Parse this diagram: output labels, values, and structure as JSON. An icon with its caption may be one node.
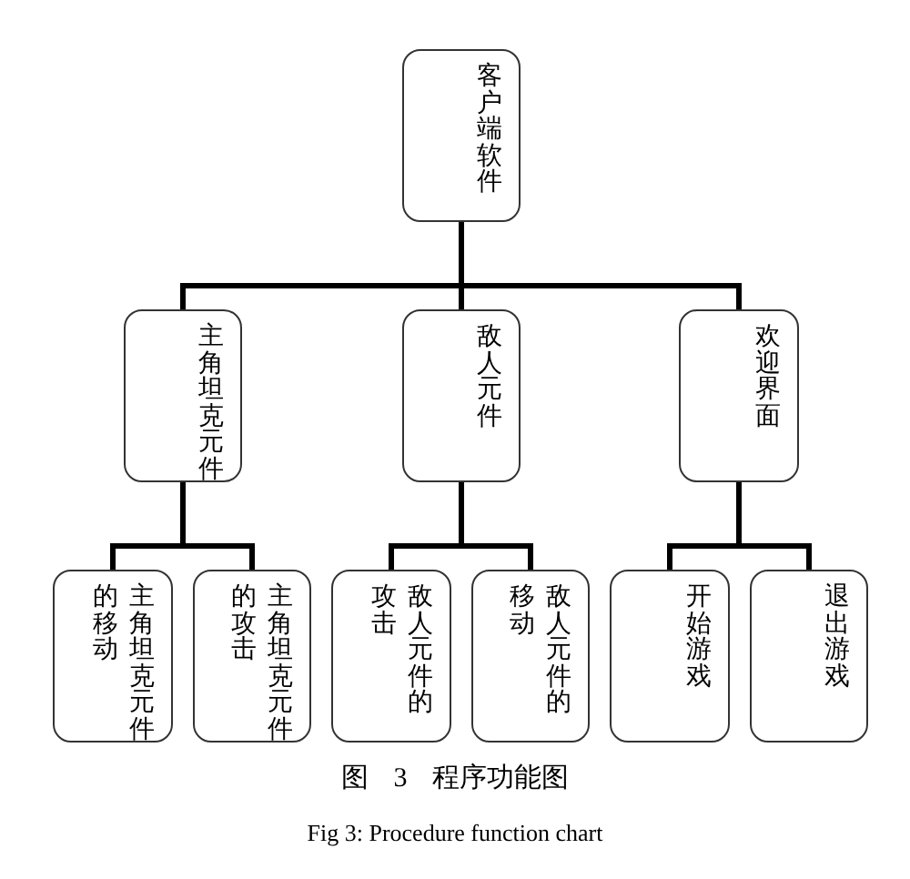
{
  "diagram": {
    "caption": "图 3 程序功能图",
    "nodes": [
      {
        "text": [
          "客户端软件"
        ]
      },
      {
        "text": [
          "主角坦克元件"
        ]
      },
      {
        "text": [
          "敌人元件"
        ]
      },
      {
        "text": [
          "欢迎界面"
        ]
      },
      {
        "text": [
          "主角坦克元件的移动"
        ]
      },
      {
        "text": [
          "主角坦克元件的攻击"
        ]
      },
      {
        "text": [
          "敌人元件的攻击"
        ]
      },
      {
        "text": [
          "敌人元件的移动"
        ]
      },
      {
        "text": [
          "开始游戏"
        ]
      },
      {
        "text": [
          "退出游戏"
        ]
      }
    ],
    "edges": [
      {
        "from": 0,
        "to": 1,
        "arrow": "none"
      },
      {
        "from": 0,
        "to": 2,
        "arrow": "none"
      },
      {
        "from": 0,
        "to": 3,
        "arrow": "none"
      },
      {
        "from": 1,
        "to": 4,
        "arrow": "none"
      },
      {
        "from": 1,
        "to": 5,
        "arrow": "none"
      },
      {
        "from": 2,
        "to": 6,
        "arrow": "none"
      },
      {
        "from": 2,
        "to": 7,
        "arrow": "none"
      },
      {
        "from": 3,
        "to": 8,
        "arrow": "none"
      },
      {
        "from": 3,
        "to": 9,
        "arrow": "none"
      }
    ],
    "labels": [
      "Fig 3: Procedure function chart"
    ]
  }
}
